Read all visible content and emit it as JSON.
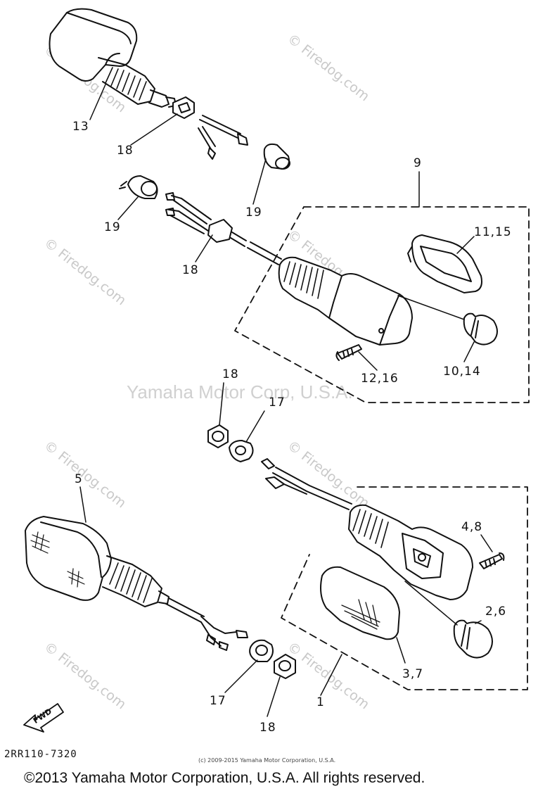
{
  "diagram": {
    "callouts": [
      {
        "id": "c13",
        "text": "13"
      },
      {
        "id": "c18a",
        "text": "18"
      },
      {
        "id": "c19a",
        "text": "19"
      },
      {
        "id": "c19b",
        "text": "19"
      },
      {
        "id": "c18b",
        "text": "18"
      },
      {
        "id": "c9",
        "text": "9"
      },
      {
        "id": "c11_15",
        "text": "11,15"
      },
      {
        "id": "c12_16",
        "text": "12,16"
      },
      {
        "id": "c10_14",
        "text": "10,14"
      },
      {
        "id": "c18c",
        "text": "18"
      },
      {
        "id": "c17a",
        "text": "17"
      },
      {
        "id": "c5",
        "text": "5"
      },
      {
        "id": "c4_8",
        "text": "4,8"
      },
      {
        "id": "c2_6",
        "text": "2,6"
      },
      {
        "id": "c3_7",
        "text": "3,7"
      },
      {
        "id": "c1",
        "text": "1"
      },
      {
        "id": "c17b",
        "text": "17"
      },
      {
        "id": "c18d",
        "text": "18"
      }
    ],
    "fwd_label": "FWD",
    "diagram_code": "2RR110-7320"
  },
  "watermarks": {
    "firedog": "© Firedog.com",
    "center": "Yamaha Motor Corp, U.S.A.",
    "small_copyright": "(c) 2009-2015 Yamaha Motor Corporation, U.S.A."
  },
  "footer": {
    "copyright": "©2013 Yamaha Motor Corporation, U.S.A. All rights reserved."
  }
}
